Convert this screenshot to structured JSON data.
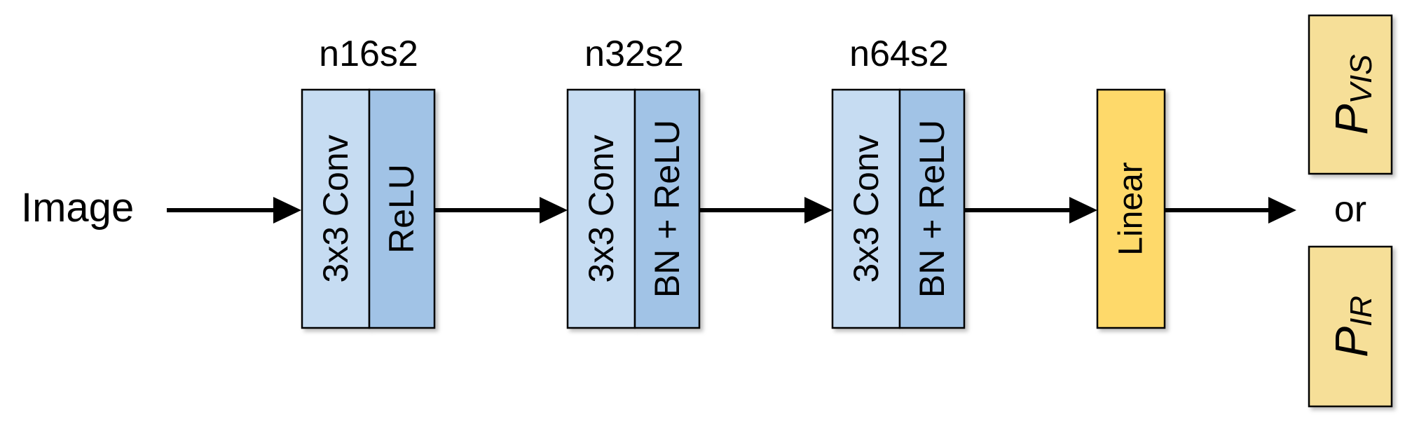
{
  "input_label": "Image",
  "blocks": [
    {
      "title": "n16s2",
      "conv": "3x3 Conv",
      "act": "ReLU"
    },
    {
      "title": "n32s2",
      "conv": "3x3 Conv",
      "act": "BN + ReLU"
    },
    {
      "title": "n64s2",
      "conv": "3x3 Conv",
      "act": "BN + ReLU"
    }
  ],
  "linear_label": "Linear",
  "outputs": {
    "top": {
      "base": "P",
      "sub": "VIS"
    },
    "or": "or",
    "bottom": {
      "base": "P",
      "sub": "IR"
    }
  },
  "colors": {
    "conv_fill": "#c6dcf2",
    "act_fill": "#a1c3e6",
    "linear_fill": "#fed96a",
    "output_fill": "#f6df98",
    "stroke": "#000000"
  }
}
